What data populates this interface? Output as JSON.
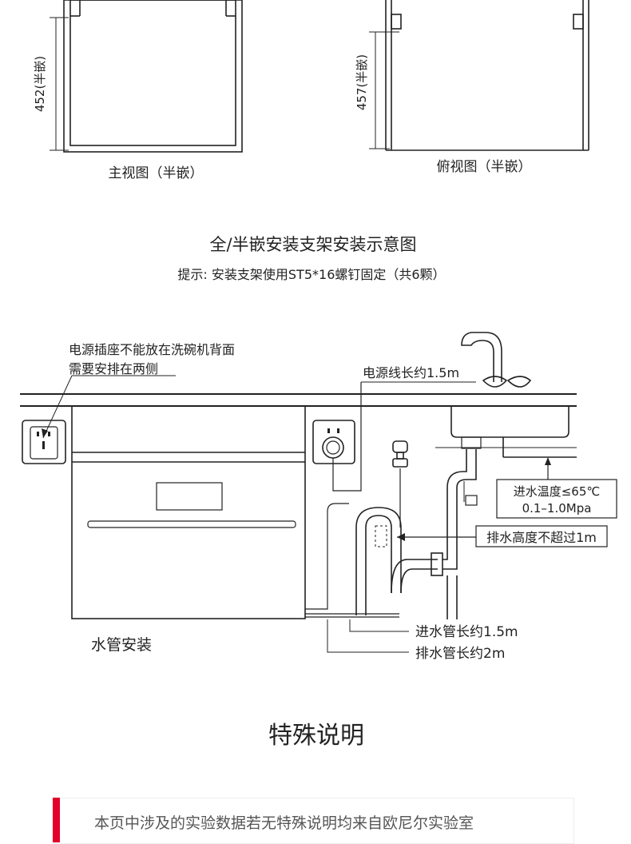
{
  "colors": {
    "accent": "#e4002b",
    "line": "#222222"
  },
  "top": {
    "front_dim": "452(半嵌)",
    "front_caption": "主视图（半嵌）",
    "top_dim": "457(半嵌)",
    "top_caption": "俯视图（半嵌）"
  },
  "bracket": {
    "title": "全/半嵌安装支架安装示意图",
    "tip": "提示: 安装支架使用ST5*16螺钉固定（共6颗）"
  },
  "install": {
    "socket_note_1": "电源插座不能放在洗碗机背面",
    "socket_note_2": "需要安排在两侧",
    "cord_len": "电源线长约1.5m",
    "inlet_temp": "进水温度≤65℃",
    "inlet_pressure": "0.1–1.0Mpa",
    "drain_height": "排水高度不超过1m",
    "label": "水管安装",
    "inlet_hose": "进水管长约1.5m",
    "drain_hose": "排水管长约2m"
  },
  "special": {
    "title": "特殊说明",
    "note": "本页中涉及的实验数据若无特殊说明均来自欧尼尔实验室"
  }
}
